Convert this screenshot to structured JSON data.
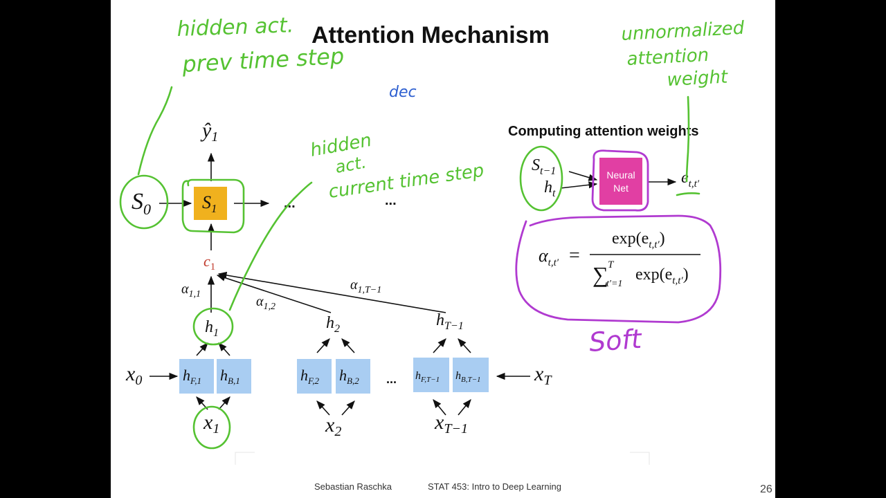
{
  "slide": {
    "title": "Attention Mechanism",
    "footer_author": "Sebastian Raschka",
    "footer_course": "STAT 453: Intro to Deep Learning",
    "page_number": "26"
  },
  "decoder": {
    "s0": "S",
    "s0_sub": "0",
    "s1": "S",
    "s1_sub": "1",
    "y_hat": "ŷ",
    "y_sub": "1",
    "context": "c",
    "context_sub": "1",
    "ellipsis_1": "...",
    "ellipsis_2": "..."
  },
  "alphas": {
    "a11": "α",
    "a11_sub": "1,1",
    "a12": "α",
    "a12_sub": "1,2",
    "a1T": "α",
    "a1T_sub": "1,T−1"
  },
  "encoder": {
    "h1": "h",
    "h1_sub": "1",
    "h2": "h",
    "h2_sub": "2",
    "hT": "h",
    "hT_sub": "T−1",
    "hF1": "h",
    "hF1_sub": "F,1",
    "hB1": "h",
    "hB1_sub": "B,1",
    "hF2": "h",
    "hF2_sub": "F,2",
    "hB2": "h",
    "hB2_sub": "B,2",
    "hFT": "h",
    "hFT_sub": "F,T−1",
    "hBT": "h",
    "hBT_sub": "B,T−1",
    "x0": "x",
    "x0_sub": "0",
    "xT": "x",
    "xT_sub": "T",
    "x1": "x",
    "x1_sub": "1",
    "x2": "x",
    "x2_sub": "2",
    "xTm1": "x",
    "xTm1_sub": "T−1",
    "ellipsis": "..."
  },
  "attention_weights": {
    "heading": "Computing attention weights",
    "s_input": "S",
    "s_input_sub": "t−1",
    "h_input": "h",
    "h_input_sub": "t",
    "net_line1": "Neural",
    "net_line2": "Net",
    "e_output": "e",
    "e_output_sub": "t,t′",
    "formula_lhs": "α",
    "formula_lhs_sub": "t,t′",
    "formula_eq": "=",
    "formula_num": "exp(e",
    "formula_num_sub": "t,t′",
    "formula_num_close": ")",
    "formula_sum": "∑",
    "formula_sum_top": "T",
    "formula_sum_bottom": "t′=1",
    "formula_den": "exp(e",
    "formula_den_sub": "t,t′",
    "formula_den_close": ")"
  },
  "annotations": {
    "prev_line1": "hidden act.",
    "prev_line2": "prev time step",
    "curr_line1": "hidden",
    "curr_line2": "act.",
    "curr_line3": "current time step",
    "unnorm_line1": "unnormalized",
    "unnorm_line2": "attention",
    "unnorm_line3": "weight",
    "dec_note": "dec",
    "softmax_note": "Soft"
  },
  "colors": {
    "encoder_box": "#a9cdf2",
    "decoder_box": "#f0b11e",
    "neural_net": "#e13fa3",
    "context": "#c0392b",
    "ink_green": "#55c232",
    "ink_magenta": "#b03ad0",
    "ink_blue": "#2d5fd0"
  }
}
